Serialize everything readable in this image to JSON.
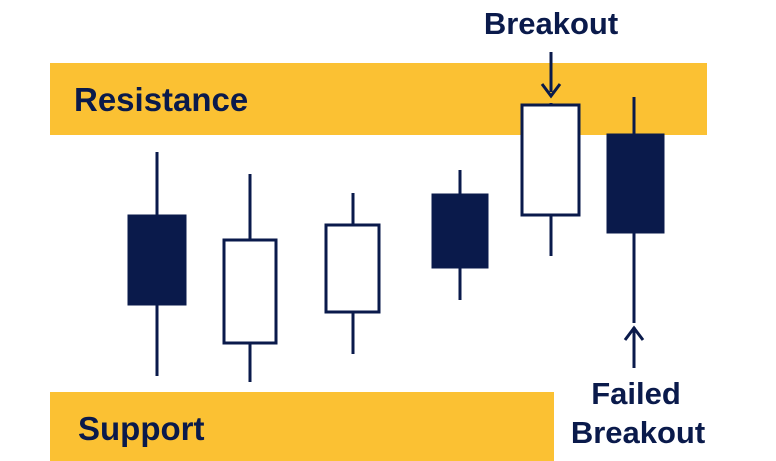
{
  "colors": {
    "band": "#fbc133",
    "navy": "#0a1a4b",
    "background": "#ffffff",
    "hollow_fill": "#ffffff"
  },
  "labels": {
    "resistance": "Resistance",
    "support": "Support",
    "breakout": "Breakout",
    "failed_breakout_line1": "Failed",
    "failed_breakout_line2": "Breakout"
  },
  "candles": [
    {
      "style": "filled"
    },
    {
      "style": "hollow"
    },
    {
      "style": "hollow"
    },
    {
      "style": "filled"
    },
    {
      "style": "hollow"
    },
    {
      "style": "filled"
    }
  ],
  "icons": {
    "breakout_arrow": "arrow-down-icon",
    "failed_breakout_arrow": "arrow-up-icon"
  }
}
